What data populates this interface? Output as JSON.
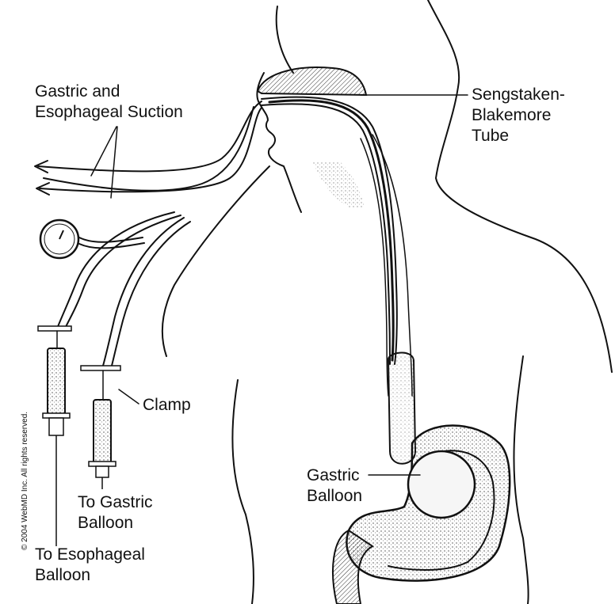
{
  "labels": {
    "suction_line1": "Gastric and",
    "suction_line2": "Esophageal Suction",
    "tube_line1": "Sengstaken-",
    "tube_line2": "Blakemore",
    "tube_line3": "Tube",
    "clamp": "Clamp",
    "gastric_balloon_line1": "Gastric",
    "gastric_balloon_line2": "Balloon",
    "to_gastric_line1": "To Gastric",
    "to_gastric_line2": "Balloon",
    "to_esophageal_line1": "To Esophageal",
    "to_esophageal_line2": "Balloon"
  },
  "copyright": "© 2004 WebMD Inc. All rights reserved."
}
